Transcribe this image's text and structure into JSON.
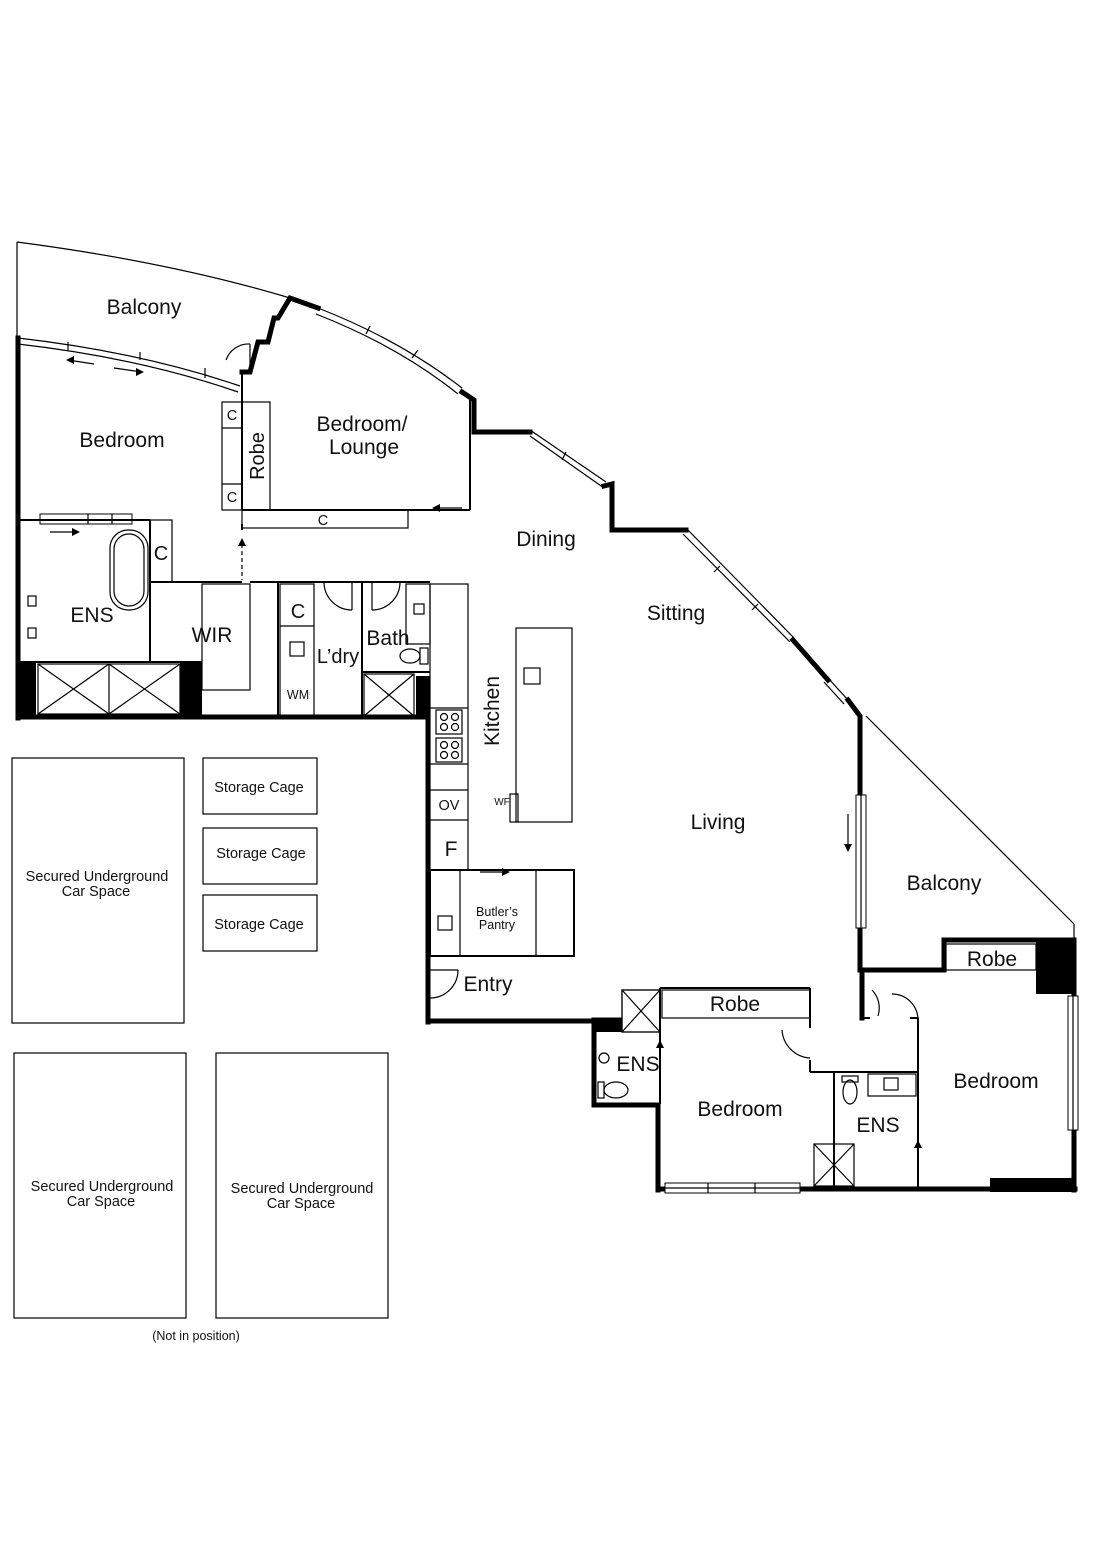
{
  "rooms": {
    "balcony_top": "Balcony",
    "bedroom_main": "Bedroom",
    "bedroom_lounge_line1": "Bedroom/",
    "bedroom_lounge_line2": "Lounge",
    "robe_vertical": "Robe",
    "robe_c_top": "C",
    "robe_c_bottom": "C",
    "c_long": "C",
    "c_ens": "C",
    "ens_main": "ENS",
    "wir": "WIR",
    "c_laundry": "C",
    "laundry": "L’dry",
    "wm": "WM",
    "bath": "Bath",
    "dining": "Dining",
    "sitting": "Sitting",
    "kitchen": "Kitchen",
    "oven": "OV",
    "fridge": "F",
    "wf": "WF",
    "living": "Living",
    "butlers_pantry_line1": "Butler’s",
    "butlers_pantry_line2": "Pantry",
    "entry": "Entry",
    "balcony_right": "Balcony",
    "robe_right": "Robe",
    "robe_bottom": "Robe",
    "ens_bottom_left": "ENS",
    "bedroom_bottom": "Bedroom",
    "ens_bottom_right": "ENS",
    "bedroom_right": "Bedroom"
  },
  "parking": {
    "car_space_1_line1": "Secured Underground",
    "car_space_1_line2": "Car Space",
    "car_space_2_line1": "Secured Underground",
    "car_space_2_line2": "Car Space",
    "car_space_3_line1": "Secured Underground",
    "car_space_3_line2": "Car Space",
    "storage_cage_1": "Storage Cage",
    "storage_cage_2": "Storage Cage",
    "storage_cage_3": "Storage Cage",
    "note": "(Not in position)"
  }
}
